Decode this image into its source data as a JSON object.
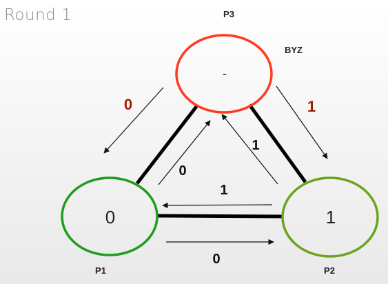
{
  "title": "Round 1",
  "colors": {
    "p3_stroke": "#ff3b1f",
    "p1_stroke": "#1f9c1f",
    "p2_stroke": "#6aa31c",
    "edge": "#000000",
    "arrow": "#111111",
    "label_red": "#a51a00",
    "label_black": "#111111"
  },
  "nodes": {
    "p3": {
      "name": "P3",
      "value": "-",
      "tag": "BYZ"
    },
    "p1": {
      "name": "P1",
      "value": "0"
    },
    "p2": {
      "name": "P2",
      "value": "1"
    }
  },
  "messages": {
    "p3_to_p1": "0",
    "p3_to_p2": "1",
    "p1_to_p3": "0",
    "p2_to_p3": "1",
    "p2_to_p1": "1",
    "p1_to_p2": "0"
  }
}
